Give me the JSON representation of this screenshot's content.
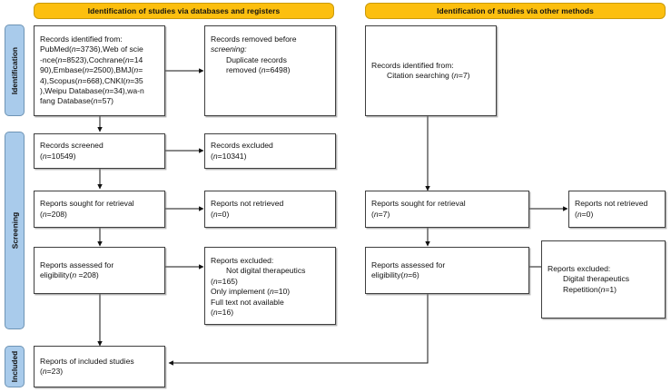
{
  "diagram": {
    "title": "PRISMA 2020 flow diagram",
    "colors": {
      "header_fill": "#FCBF10",
      "sidebar_fill": "#A9CBEB",
      "node_border": "#3f3f3f",
      "background": "#ffffff"
    }
  },
  "headers": {
    "databases": "Identification of studies via databases and registers",
    "other": "Identification of studies via other methods"
  },
  "stages": {
    "identification": "Identification",
    "screening": "Screening",
    "included": "Included"
  },
  "left": {
    "identified": {
      "line1": "Records identified from:",
      "line2": "PubMed(n=3736),Web of scie",
      "line3": "-nce(n=8523),Cochrane(n=14",
      "line4": "90),Embase(n=2500),BMJ(n=",
      "line5": "4),Scopus(n=668),CNKI(n=35",
      "line6": "),Weipu Database(n=34),wa-n",
      "line7": "fang Database(n=57)"
    },
    "removed": {
      "line1": "Records removed before",
      "line2": "screening:",
      "line3": "Duplicate records",
      "line4": "removed (n=6498)"
    },
    "screened": {
      "line1": "Records screened",
      "line2": "(n=10549)"
    },
    "excluded": {
      "line1": "Records excluded",
      "line2": "(n=10341)"
    },
    "sought": {
      "line1": "Reports sought for retrieval",
      "line2": "(n=208)"
    },
    "not_retrieved": {
      "line1": "Reports not retrieved",
      "line2": "(n=0)"
    },
    "assessed": {
      "line1": "Reports assessed for",
      "line2": "eligibility(n =208)"
    },
    "reports_excluded": {
      "line1": "Reports excluded:",
      "line2": "Not digital therapeutics",
      "line3": "(n=165)",
      "line4": "Only implement (n=10)",
      "line5": "Full text not available",
      "line6": "(n=16)"
    }
  },
  "right": {
    "identified": {
      "line1": "Records identified from:",
      "line2": "Citation searching (n=7)"
    },
    "sought": {
      "line1": "Reports sought for retrieval",
      "line2": "(n=7)"
    },
    "not_retrieved": {
      "line1": "Reports not retrieved",
      "line2": "(n=0)"
    },
    "assessed": {
      "line1": "Reports assessed for",
      "line2": "eligibility(n=6)"
    },
    "reports_excluded": {
      "line1": "Reports excluded:",
      "line2": "Digital therapeutics",
      "line3": "Repetition(n=1)"
    }
  },
  "included": {
    "studies": {
      "line1": "Reports of included studies",
      "line2": "(n=23)"
    }
  }
}
